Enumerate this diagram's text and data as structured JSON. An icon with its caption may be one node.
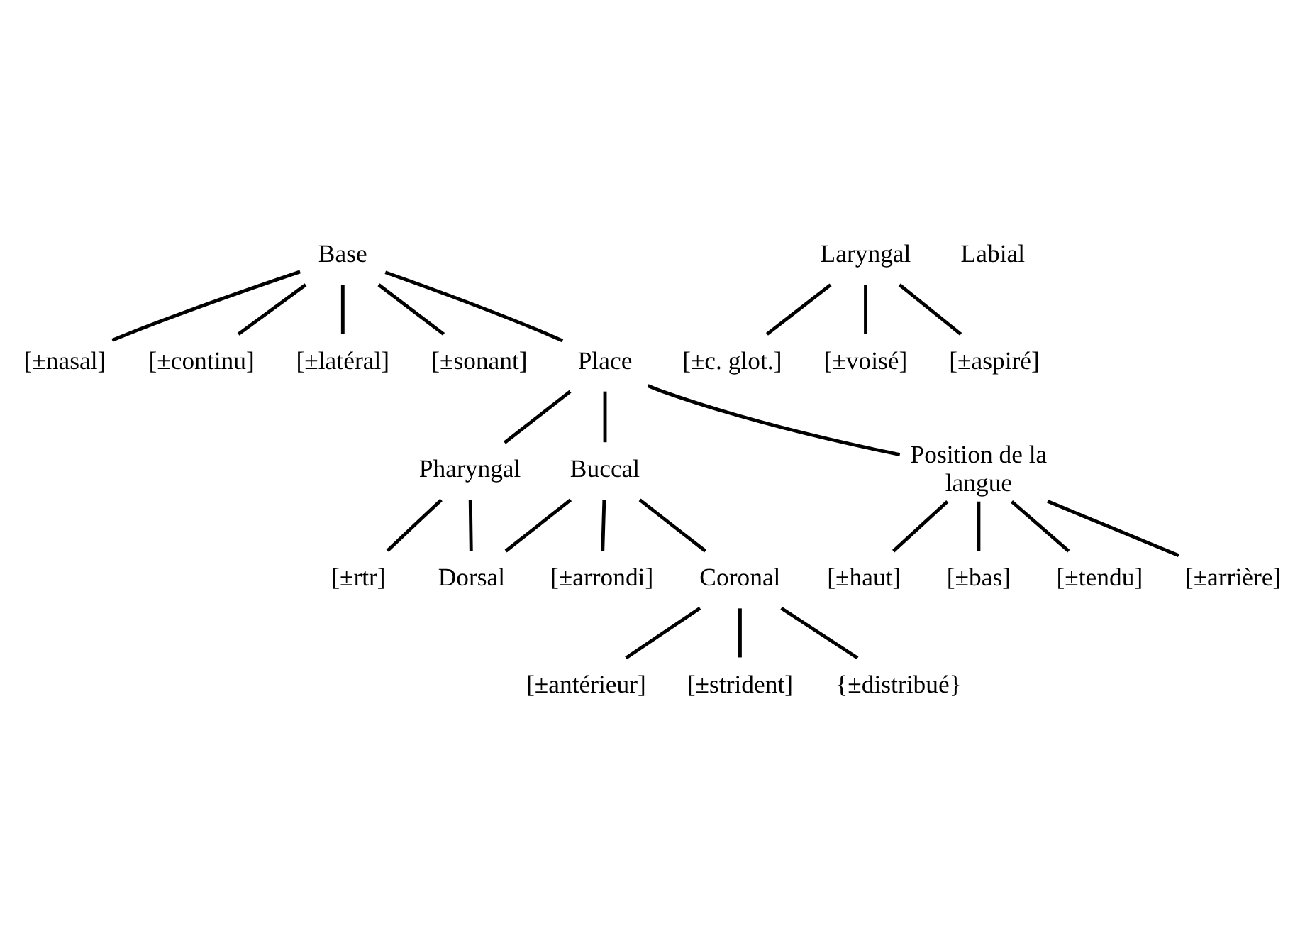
{
  "diagram": {
    "nodes": [
      {
        "text": [
          "Base"
        ]
      },
      {
        "text": [
          "[±nasal]"
        ]
      },
      {
        "text": [
          "[±continu]"
        ]
      },
      {
        "text": [
          "Laryngal"
        ]
      },
      {
        "text": [
          "[±latéral]"
        ]
      },
      {
        "text": [
          "[±sonant]"
        ]
      },
      {
        "text": [
          "[±c. glot.]"
        ]
      },
      {
        "text": [
          "[±voisé]"
        ]
      },
      {
        "text": [
          "[±aspiré]"
        ]
      },
      {
        "text": [
          "Place"
        ]
      },
      {
        "text": [
          "Pharyngal"
        ]
      },
      {
        "text": [
          "[±rtr]"
        ]
      },
      {
        "text": [
          "Buccal"
        ]
      },
      {
        "text": [
          "Position de la langue"
        ]
      },
      {
        "text": [
          "Dorsal"
        ]
      },
      {
        "text": [
          "Labial"
        ]
      },
      {
        "text": [
          "[±haut]"
        ]
      },
      {
        "text": [
          "[±bas]"
        ]
      },
      {
        "text": [
          "[±tendu]"
        ]
      },
      {
        "text": [
          "[±arrière]"
        ]
      },
      {
        "text": [
          "[±arrondi]"
        ]
      },
      {
        "text": [
          "Coronal"
        ]
      },
      {
        "text": [
          "[±antérieur]"
        ]
      },
      {
        "text": [
          "[±strident]"
        ]
      },
      {
        "text": [
          "{±distribué}"
        ]
      }
    ],
    "edges": [
      {
        "from": 3,
        "to": 6,
        "arrow": "none"
      },
      {
        "from": 3,
        "to": 8,
        "arrow": "none"
      },
      {
        "from": 3,
        "to": 7,
        "arrow": "none"
      },
      {
        "from": 0,
        "to": 1,
        "arrow": "none"
      },
      {
        "from": 0,
        "to": 2,
        "arrow": "none"
      },
      {
        "from": 0,
        "to": 4,
        "arrow": "none"
      },
      {
        "from": 0,
        "to": 5,
        "arrow": "none"
      },
      {
        "from": 0,
        "to": 9,
        "arrow": "none"
      },
      {
        "from": 9,
        "to": 13,
        "arrow": "none"
      },
      {
        "from": 9,
        "to": 12,
        "arrow": "none"
      },
      {
        "from": 9,
        "to": 10,
        "arrow": "none"
      },
      {
        "from": 10,
        "to": 11,
        "arrow": "none"
      },
      {
        "from": 10,
        "to": 14,
        "arrow": "none"
      },
      {
        "from": 12,
        "to": 14,
        "arrow": "none"
      },
      {
        "from": 12,
        "to": 21,
        "arrow": "none"
      },
      {
        "from": 12,
        "to": 20,
        "arrow": "none"
      },
      {
        "from": 13,
        "to": 16,
        "arrow": "none"
      },
      {
        "from": 13,
        "to": 17,
        "arrow": "none"
      },
      {
        "from": 13,
        "to": 18,
        "arrow": "none"
      },
      {
        "from": 13,
        "to": 19,
        "arrow": "none"
      },
      {
        "from": 21,
        "to": 22,
        "arrow": "none"
      },
      {
        "from": 21,
        "to": 23,
        "arrow": "none"
      },
      {
        "from": 21,
        "to": 24,
        "arrow": "none"
      }
    ]
  }
}
